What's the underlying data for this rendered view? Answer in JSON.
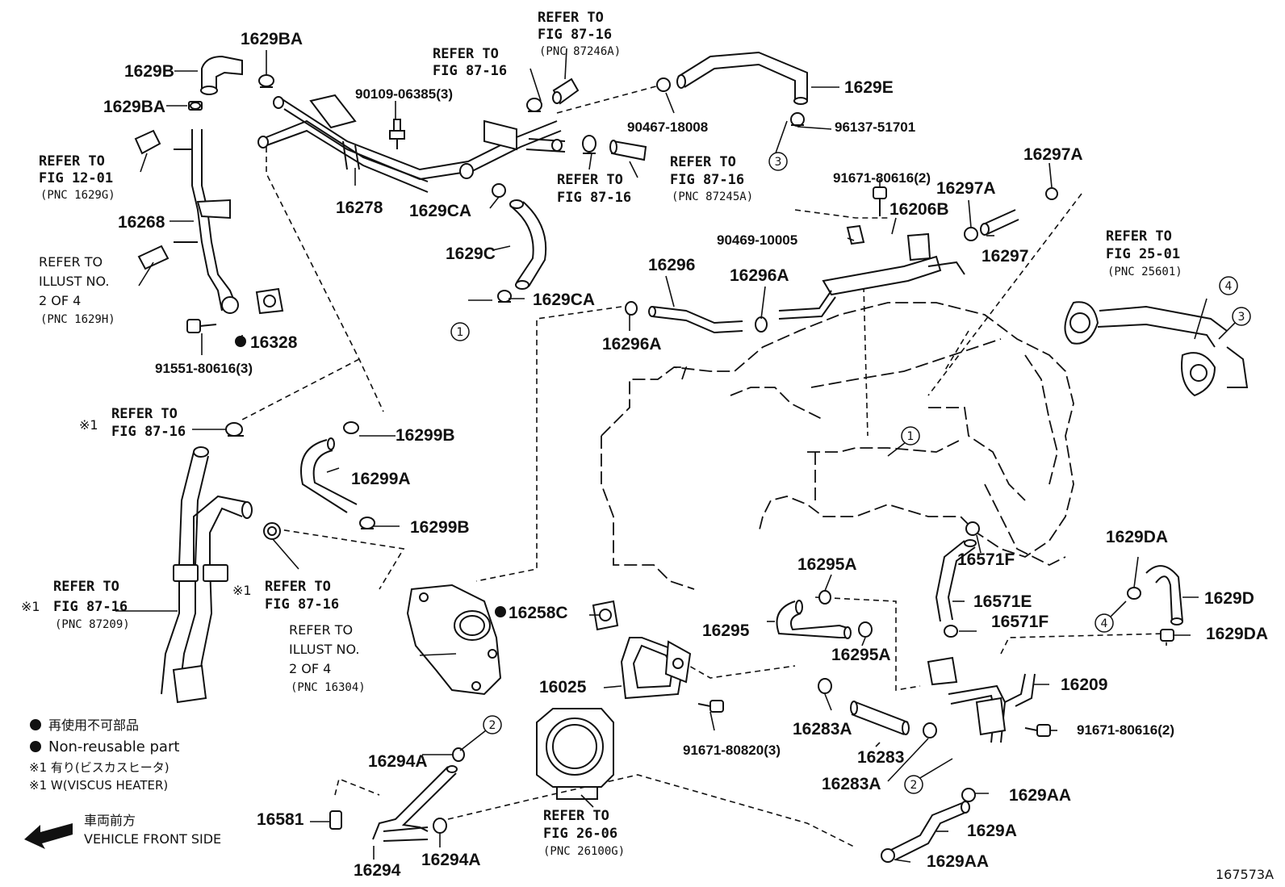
{
  "diagram_id": "167573A",
  "callouts": {
    "p1629B": "1629B",
    "p1629BA_top": "1629BA",
    "p1629BA_left": "1629BA",
    "p90109": "90109-06385(3)",
    "p16278": "16278",
    "p16268": "16268",
    "p16328": "16328",
    "p91551": "91551-80616(3)",
    "p1629E": "1629E",
    "p96137": "96137-51701",
    "p90467": "90467-18008",
    "p1629CA_top": "1629CA",
    "p1629C": "1629C",
    "p1629CA_bot": "1629CA",
    "p91671_top": "91671-80616(2)",
    "p16297A_1": "16297A",
    "p16297A_2": "16297A",
    "p16206B": "16206B",
    "p90469": "90469-10005",
    "p16297": "16297",
    "p16296": "16296",
    "p16296A_r": "16296A",
    "p16296A_l": "16296A",
    "p16299B_top": "16299B",
    "p16299A": "16299A",
    "p16299B_bot": "16299B",
    "p16258C": "16258C",
    "p16295A_top": "16295A",
    "p16295": "16295",
    "p16295A_bot": "16295A",
    "p16571F_1": "16571F",
    "p16571E": "16571E",
    "p16571F_2": "16571F",
    "p1629DA_top": "1629DA",
    "p1629D": "1629D",
    "p1629DA_bot": "1629DA",
    "p16209": "16209",
    "p16025": "16025",
    "p91671_bot": "91671-80616(2)",
    "p91671_80820": "91671-80820(3)",
    "p16283A_1": "16283A",
    "p16283": "16283",
    "p16283A_2": "16283A",
    "p16294A_1": "16294A",
    "p16581": "16581",
    "p16294": "16294",
    "p16294A_2": "16294A",
    "p1629AA_1": "1629AA",
    "p1629A": "1629A",
    "p1629AA_2": "1629AA"
  },
  "references": {
    "r_fig8716_a": [
      "REFER TO",
      "FIG 87-16",
      "(PNC 87246A)"
    ],
    "r_fig8716_b": [
      "REFER TO",
      "FIG 87-16"
    ],
    "r_fig8716_c": [
      "REFER TO",
      "FIG 87-16"
    ],
    "r_fig8716_d": [
      "REFER TO",
      "FIG 87-16",
      "(PNC 87245A)"
    ],
    "r_fig1201": [
      "REFER TO",
      "FIG 12-01",
      "(PNC 1629G)"
    ],
    "r_illust_1629H": [
      "REFER TO",
      "ILLUST NO.",
      "2 OF 4",
      "(PNC 1629H)"
    ],
    "r_fig2501": [
      "REFER TO",
      "FIG 25-01",
      "(PNC 25601)"
    ],
    "r_fig8716_e": [
      "REFER TO",
      "FIG 87-16"
    ],
    "r_fig8716_f": [
      "REFER TO",
      "FIG 87-16",
      "(PNC 87209)"
    ],
    "r_fig8716_g": [
      "REFER TO",
      "FIG 87-16"
    ],
    "r_illust_16304": [
      "REFER TO",
      "ILLUST NO.",
      "2 OF 4",
      "(PNC 16304)"
    ],
    "r_fig2606": [
      "REFER TO",
      "FIG 26-06",
      "(PNC 26100G)"
    ]
  },
  "marks": {
    "asterisk1": "※1"
  },
  "circle_numbers": [
    "1",
    "2",
    "3",
    "4"
  ],
  "legend": {
    "nonreusable_jp": "再使用不可部品",
    "nonreusable_en": "Non-reusable part",
    "w_jp": "※1  有り(ビスカスヒータ)",
    "w_en": "※1  W(VISCUS HEATER)",
    "front_jp": "車両前方",
    "front_en": "VEHICLE FRONT SIDE"
  }
}
